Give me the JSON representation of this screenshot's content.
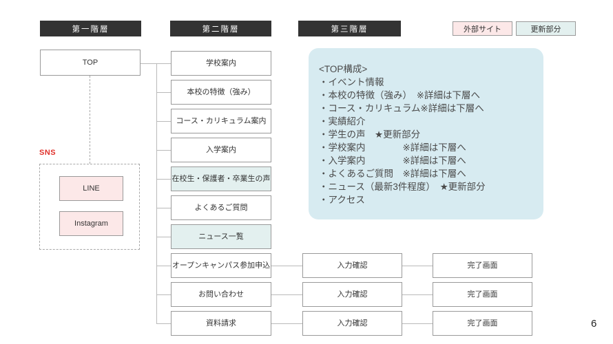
{
  "headers": {
    "level1": "第一階層",
    "level2": "第二階層",
    "level3": "第三階層"
  },
  "legend": {
    "external_site": "外部サイト",
    "updated_section": "更新部分"
  },
  "level1": {
    "top": "TOP"
  },
  "sns": {
    "label": "SNS",
    "line": "LINE",
    "instagram": "Instagram"
  },
  "level2": {
    "items": [
      {
        "label": "学校案内",
        "style": "normal"
      },
      {
        "label": "本校の特徴（強み）",
        "style": "normal"
      },
      {
        "label": "コース・カリキュラム案内",
        "style": "normal"
      },
      {
        "label": "入学案内",
        "style": "normal"
      },
      {
        "label": "在校生・保護者・卒業生の声",
        "style": "updated"
      },
      {
        "label": "よくあるご質問",
        "style": "normal"
      },
      {
        "label": "ニュース一覧",
        "style": "updated"
      },
      {
        "label": "オープンキャンパス参加申込",
        "style": "normal"
      },
      {
        "label": "お問い合わせ",
        "style": "normal"
      },
      {
        "label": "資料請求",
        "style": "normal"
      }
    ]
  },
  "level3": {
    "rows": [
      {
        "confirm": "入力確認",
        "complete": "完了画面"
      },
      {
        "confirm": "入力確認",
        "complete": "完了画面"
      },
      {
        "confirm": "入力確認",
        "complete": "完了画面"
      }
    ]
  },
  "top_structure": {
    "title": "<TOP構成>",
    "lines": [
      "・イベント情報",
      "・本校の特徴（強み）　※詳細は下層へ",
      "・コース・カリキュラム※詳細は下層へ",
      "・実績紹介",
      "・学生の声　★更新部分",
      "・学校案内　　　　※詳細は下層へ",
      "・入学案内　　　　※詳細は下層へ",
      "・よくあるご質問　※詳細は下層へ",
      "・ニュース（最新3件程度）　★更新部分",
      "・アクセス"
    ]
  },
  "page_number": "6",
  "colors": {
    "header_bg": "#333333",
    "external_pink": "#fce8e8",
    "updated_teal": "#e3f0ef",
    "info_box_bg": "#d7ebf1",
    "connector_gray": "#b9b9b9",
    "sns_red": "#e0302a"
  }
}
